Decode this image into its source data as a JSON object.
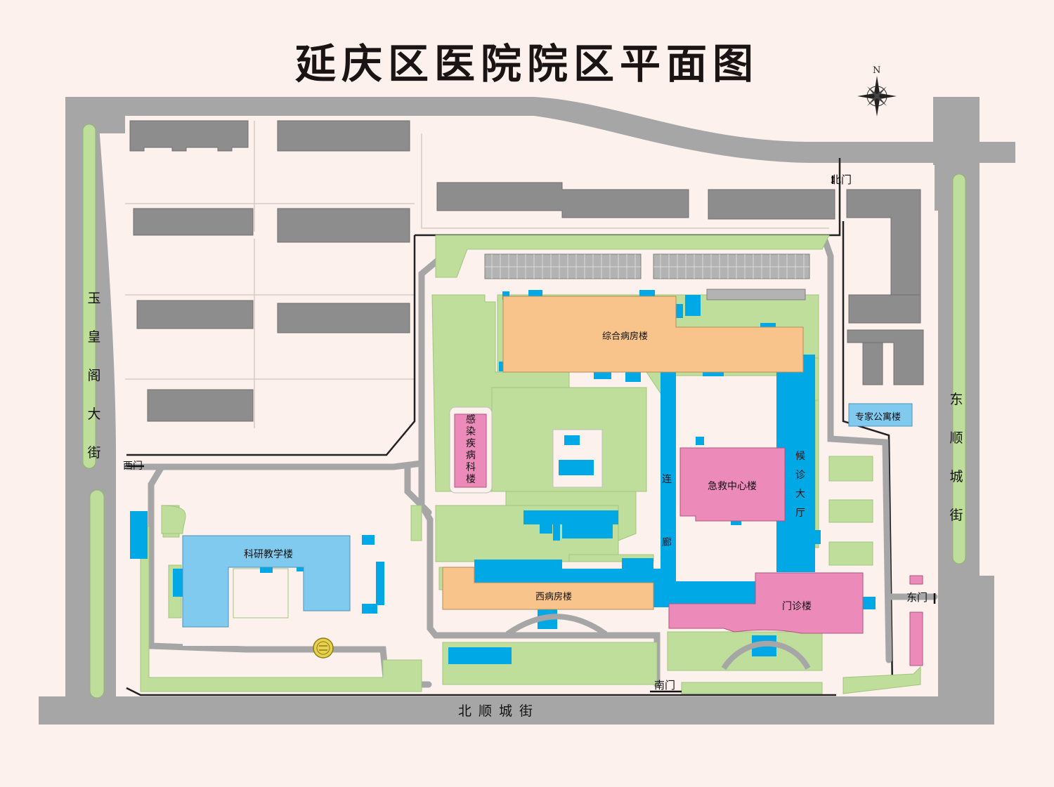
{
  "title": "延庆区医院院区平面图",
  "compass": {
    "label": "N"
  },
  "roads": {
    "west": "玉皇阁大街",
    "east": "东顺城街",
    "south": "北顺城街"
  },
  "gates": {
    "north": "北门",
    "west": "西门",
    "east": "东门",
    "south": "南门"
  },
  "buildings": {
    "general_ward": "综合病房楼",
    "infectious": "感染疾病科楼",
    "emergency": "急救中心楼",
    "corridor": "连廊",
    "waiting_hall": "候诊大厅",
    "research": "科研教学楼",
    "west_ward": "西病房楼",
    "outpatient": "门诊楼",
    "expert_apartment": "专家公寓楼"
  },
  "colors": {
    "background": "#fcf1ed",
    "road": "#a6a6a6",
    "residential": "#8d8d8d",
    "green": "#c0de9b",
    "ward": "#f8c48b",
    "special": "#ec8bba",
    "corridor": "#01a8e6",
    "research": "#80caf0"
  }
}
